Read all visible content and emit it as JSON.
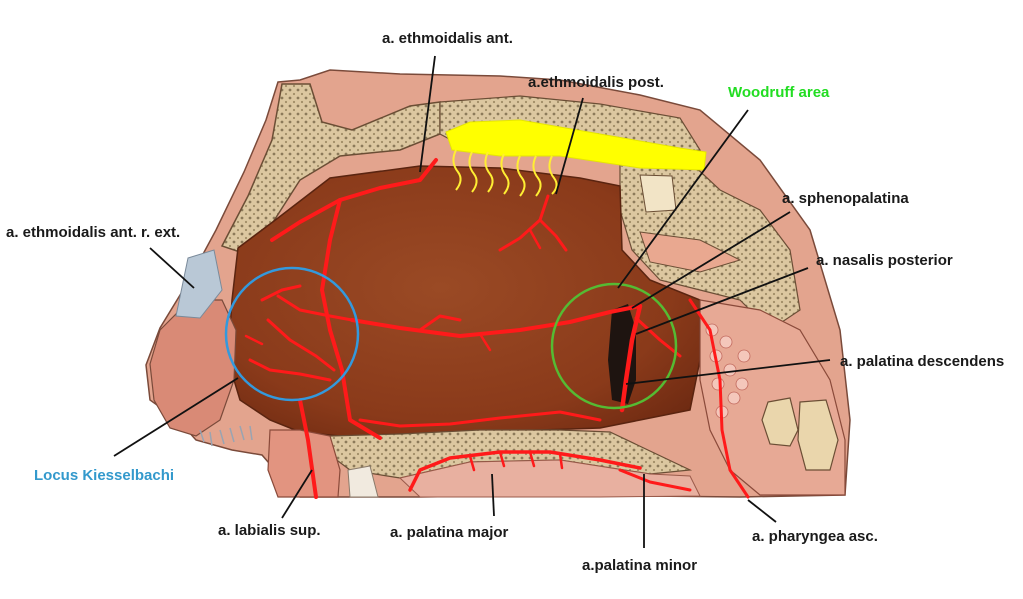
{
  "labels": {
    "ethmoidalis_ant": "a. ethmoidalis ant.",
    "ethmoidalis_post": "a.ethmoidalis post.",
    "woodruff_area": "Woodruff area",
    "sphenopalatina": "a. sphenopalatina",
    "nasalis_posterior": "a. nasalis posterior",
    "palatina_descendens": "a. palatina descendens",
    "ethmoidalis_ant_r_ext": "a. ethmoidalis ant. r. ext.",
    "locus_kiesselbachi": "Locus Kiesselbachi",
    "labialis_sup": "a. labialis sup.",
    "palatina_major": "a. palatina major",
    "palatina_minor": "a.palatina minor",
    "pharyngea_asc": "a. pharyngea asc."
  },
  "colors": {
    "label_text": "#1a1a1a",
    "woodruff_label": "#22dd22",
    "kiesselbach_label": "#3399cc",
    "kiesselbach_circle": "#3399dd",
    "woodruff_circle": "#55bb33",
    "artery": "#ff1a1a",
    "woodruff_highlight": "#ffff00",
    "mucosa": "#8a3a1a",
    "bone": "#d9c39a",
    "cartilage": "#e8a896"
  }
}
